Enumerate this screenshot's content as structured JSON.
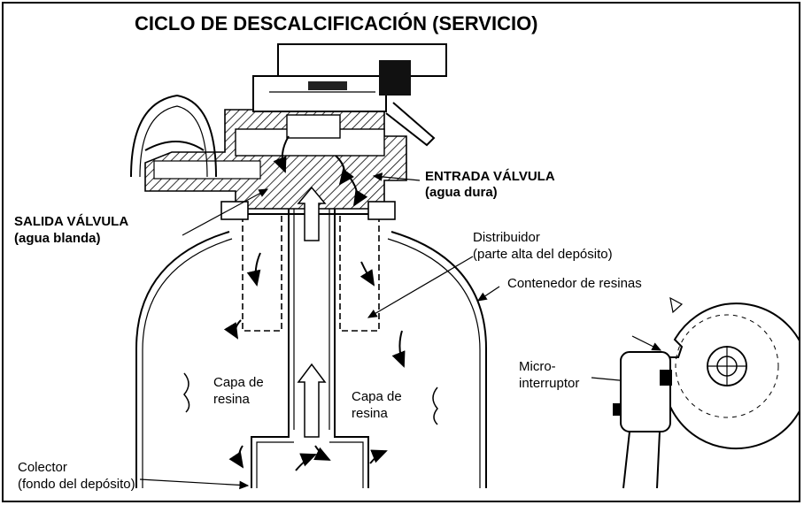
{
  "title": "CICLO DE DESCALCIFICACIÓN (SERVICIO)",
  "labels": {
    "inlet_line1": "ENTRADA VÁLVULA",
    "inlet_line2": "(agua dura)",
    "outlet_line1": "SALIDA VÁLVULA",
    "outlet_line2": "(agua blanda)",
    "distributor_line1": "Distribuidor",
    "distributor_line2": "(parte alta del depósito)",
    "tank": "Contenedor de resinas",
    "resin_left_line1": "Capa de",
    "resin_left_line2": "resina",
    "resin_right_line1": "Capa de",
    "resin_right_line2": "resina",
    "microswitch_line1": "Micro-",
    "microswitch_line2": "interruptor",
    "collector_line1": "Colector",
    "collector_line2": "(fondo del depósito)"
  }
}
